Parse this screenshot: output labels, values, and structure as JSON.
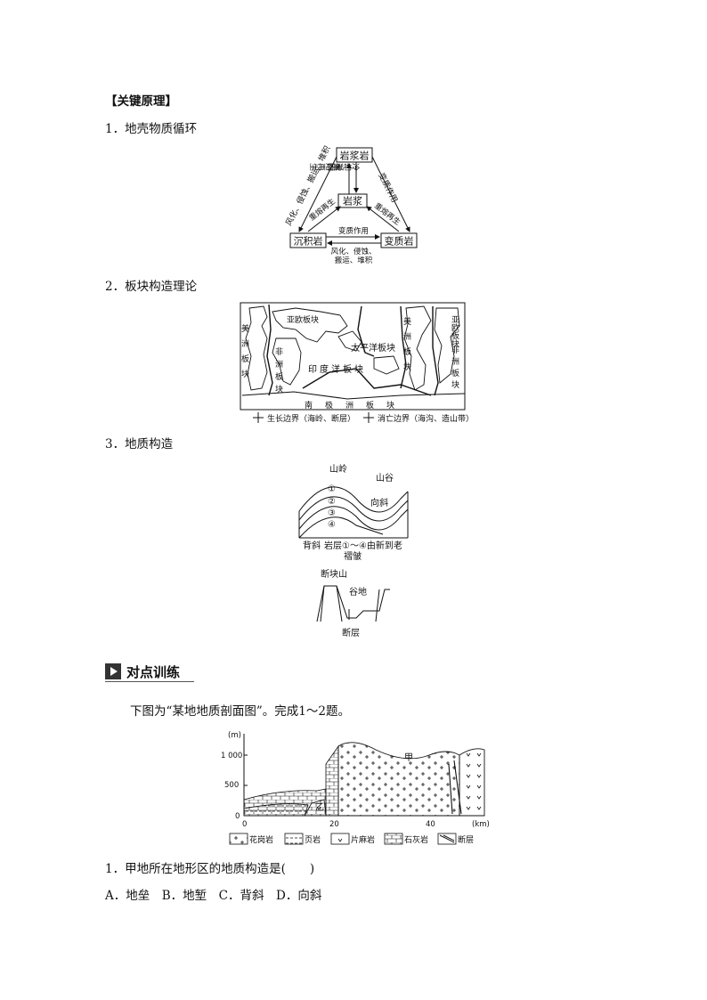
{
  "header": "【关键原理】",
  "s1": {
    "title": "1．地壳物质循环",
    "nodes": {
      "magma_rock": "岩浆岩",
      "magma": "岩浆",
      "sedimentary": "沉积岩",
      "metamorphic": "变质岩"
    },
    "edges": {
      "remelt_a": "重熔再生",
      "cool": "冷却凝固",
      "weather_left": "风化、侵蚀、搬运、堆积",
      "remelt_left": "重熔再生",
      "remelt_right": "重熔再生",
      "meta_right": "变质作用",
      "meta_bottom": "变质作用",
      "bottom_1": "风化、侵蚀、",
      "bottom_2": "搬运、堆积"
    }
  },
  "s2": {
    "title": "2．板块构造理论",
    "plates": [
      "亚欧板块",
      "非洲板块",
      "印度洋板块",
      "太平洋板块",
      "美洲板块",
      "亚欧板块",
      "美洲板块",
      "非洲板块",
      "南极洲板块"
    ],
    "legend_growth": "生长边界（海岭、断层）",
    "legend_consume": "消亡边界（海沟、造山带）"
  },
  "s3": {
    "title": "3．地质构造",
    "fold_labels": {
      "ridge": "山岭",
      "valley": "山谷",
      "syncline": "向斜",
      "anticline": "背斜"
    },
    "layers": [
      "①",
      "②",
      "③",
      "④"
    ],
    "layer_note": "岩层①～④由新到老",
    "fold_caption": "褶皱",
    "fault_labels": {
      "horst": "断块山",
      "graben": "谷地",
      "caption": "断层"
    }
  },
  "practice": {
    "banner": "对点训练",
    "intro": "下图为“某地地质剖面图”。完成1～2题。",
    "profile": {
      "y_unit": "(m)",
      "y_ticks": [
        "1 000",
        "500",
        "0"
      ],
      "x_ticks": [
        "0",
        "20",
        "40"
      ],
      "x_unit": "(km)",
      "label_jia": "甲",
      "label_yi": "乙",
      "legend": [
        "花岗岩",
        "页岩",
        "片麻岩",
        "石灰岩",
        "断层"
      ]
    },
    "question": "1．甲地所在地形区的地质构造是(　　)",
    "options": "A．地垒　B．地堑　C．背斜　D．向斜"
  }
}
